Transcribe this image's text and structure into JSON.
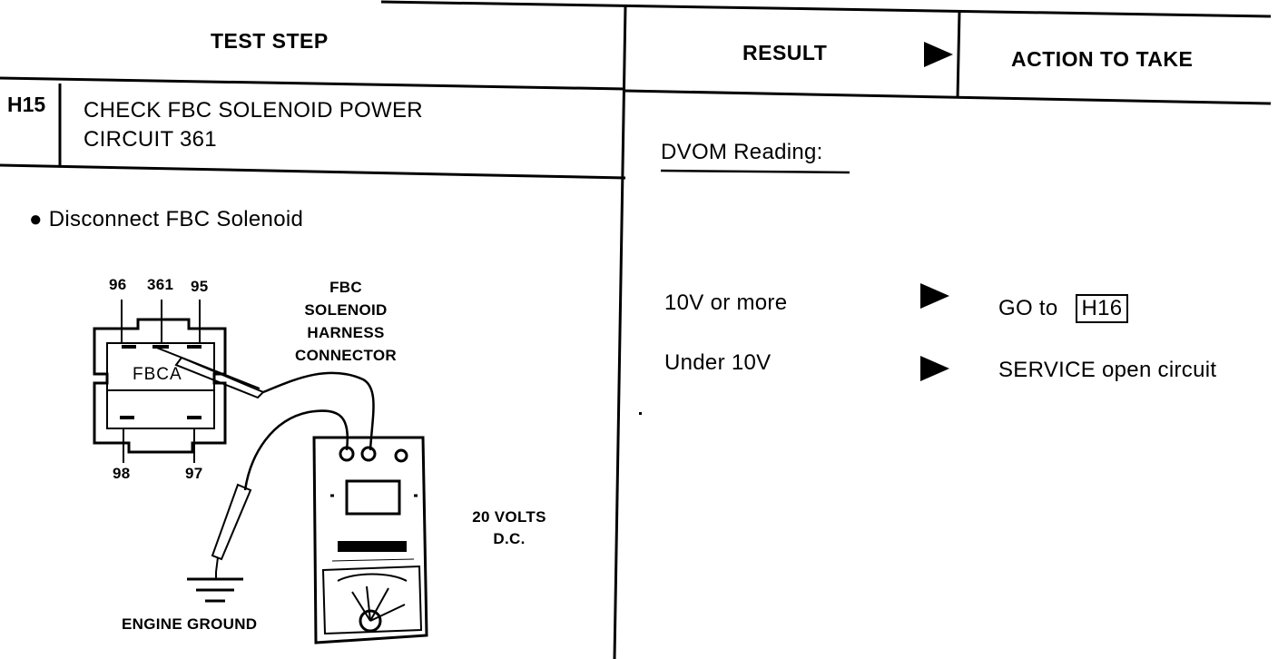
{
  "header": {
    "test_step": "TEST STEP",
    "result": "RESULT",
    "action": "ACTION TO TAKE"
  },
  "step": {
    "id": "H15",
    "title_line1": "CHECK FBC SOLENOID POWER",
    "title_line2": "CIRCUIT 361",
    "instruction": "Disconnect FBC Solenoid"
  },
  "diagram": {
    "pins_top": [
      "96",
      "361",
      "95"
    ],
    "pins_bottom": [
      "98",
      "97"
    ],
    "connector_text": "FBCA",
    "connector_label": [
      "FBC",
      "SOLENOID",
      "HARNESS",
      "CONNECTOR"
    ],
    "meter_setting": [
      "20 VOLTS",
      "D.C."
    ],
    "ground_label": "ENGINE GROUND"
  },
  "result": {
    "heading": "DVOM Reading:",
    "rows": [
      {
        "condition": "10V or more"
      },
      {
        "condition": "Under 10V"
      }
    ]
  },
  "action": {
    "rows": [
      {
        "prefix": "GO to",
        "ref": "H16"
      },
      {
        "text": "SERVICE open circuit"
      }
    ]
  }
}
